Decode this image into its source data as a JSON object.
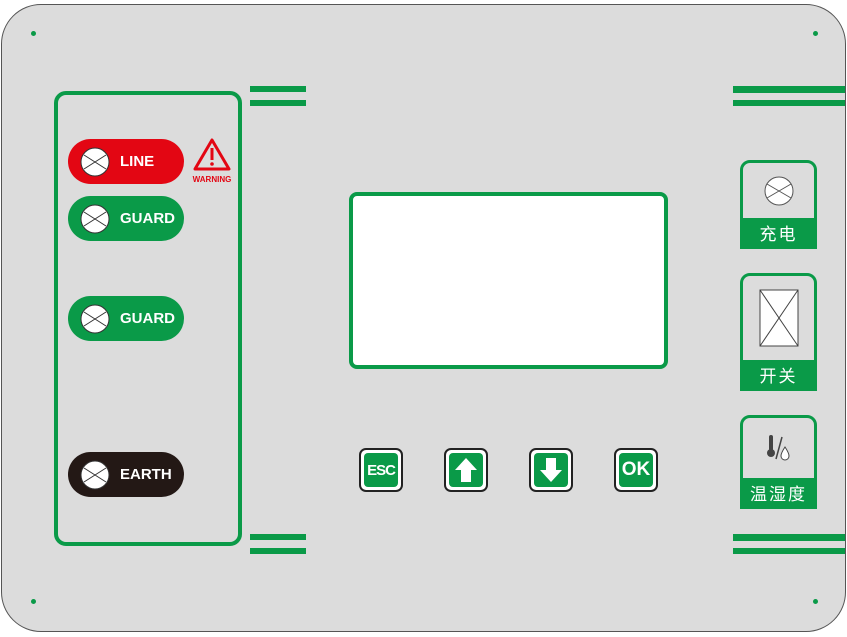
{
  "indicators": [
    {
      "label": "LINE",
      "color": "#e30613"
    },
    {
      "label": "GUARD",
      "color": "#0a9a48"
    },
    {
      "label": "GUARD",
      "color": "#0a9a48"
    },
    {
      "label": "EARTH",
      "color": "#231815"
    }
  ],
  "warning": {
    "label": "WARNING",
    "color": "#e30613"
  },
  "keys": {
    "esc": "ESC",
    "up": "up-arrow",
    "down": "down-arrow",
    "ok": "OK"
  },
  "right_panels": {
    "charge": "充电",
    "switch": "开关",
    "temp_humidity": "温湿度"
  },
  "colors": {
    "accent": "#0a9a48",
    "panel": "#dcdcdc"
  }
}
